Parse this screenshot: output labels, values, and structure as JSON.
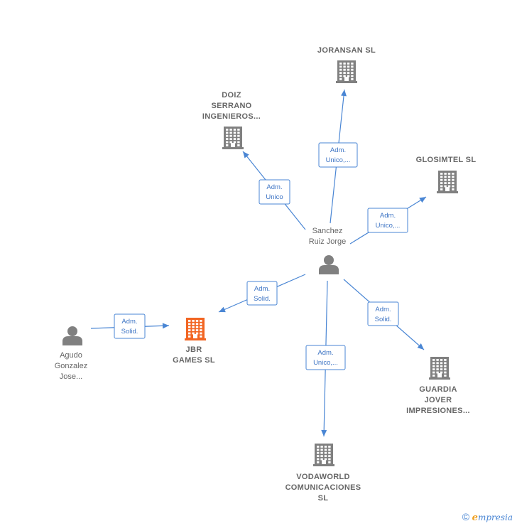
{
  "nodes": [
    {
      "id": "joransan",
      "type": "company",
      "label": [
        "JORANSAN  SL"
      ],
      "color": "#808080"
    },
    {
      "id": "doiz",
      "type": "company",
      "label": [
        "DOIZ",
        "SERRANO",
        "INGENIEROS..."
      ],
      "color": "#808080"
    },
    {
      "id": "glosimtel",
      "type": "company",
      "label": [
        "GLOSIMTEL SL"
      ],
      "color": "#808080"
    },
    {
      "id": "sanchez",
      "type": "person",
      "label": [
        "Sanchez",
        "Ruiz Jorge"
      ],
      "color": "#808080"
    },
    {
      "id": "jbr",
      "type": "company",
      "label": [
        "JBR",
        "GAMES  SL"
      ],
      "color": "#f26522"
    },
    {
      "id": "agudo",
      "type": "person",
      "label": [
        "Agudo",
        "Gonzalez",
        "Jose..."
      ],
      "color": "#808080"
    },
    {
      "id": "guardia",
      "type": "company",
      "label": [
        "GUARDIA",
        "JOVER",
        "IMPRESIONES..."
      ],
      "color": "#808080"
    },
    {
      "id": "vodaworld",
      "type": "company",
      "label": [
        "VODAWORLD",
        "COMUNICACIONES",
        "SL"
      ],
      "color": "#808080"
    }
  ],
  "edges": [
    {
      "from": "sanchez",
      "to": "joransan",
      "label": [
        "Adm.",
        "Unico,..."
      ]
    },
    {
      "from": "sanchez",
      "to": "doiz",
      "label": [
        "Adm.",
        "Unico"
      ]
    },
    {
      "from": "sanchez",
      "to": "glosimtel",
      "label": [
        "Adm.",
        "Unico,..."
      ]
    },
    {
      "from": "sanchez",
      "to": "jbr",
      "label": [
        "Adm.",
        "Solid."
      ]
    },
    {
      "from": "sanchez",
      "to": "guardia",
      "label": [
        "Adm.",
        "Solid."
      ]
    },
    {
      "from": "sanchez",
      "to": "vodaworld",
      "label": [
        "Adm.",
        "Unico,..."
      ]
    },
    {
      "from": "agudo",
      "to": "jbr",
      "label": [
        "Adm.",
        "Solid."
      ]
    }
  ],
  "footer": {
    "copyright": "©",
    "brand_initial": "e",
    "brand_rest": "mpresia"
  },
  "colors": {
    "edge": "#4a86d4",
    "node": "#808080",
    "highlight": "#f26522"
  }
}
